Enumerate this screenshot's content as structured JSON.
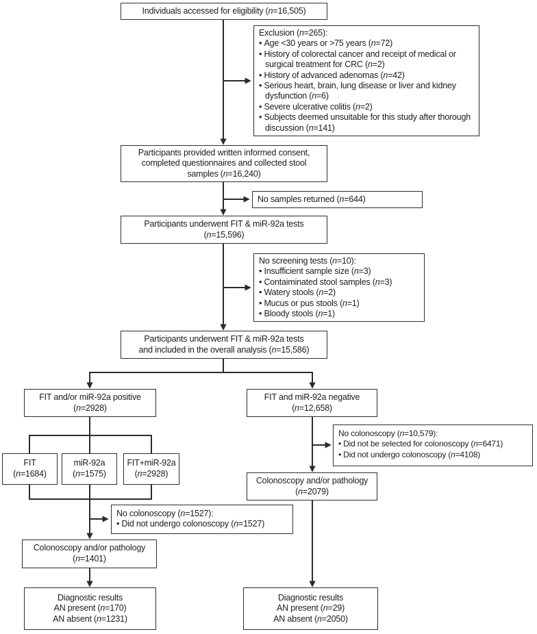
{
  "colors": {
    "box_border": "#2d2d2d",
    "connector_line": "#2b2b2b",
    "text": "#1c1c1c",
    "background": "#ffffff"
  },
  "flowchart": {
    "boxes": {
      "eligibility": {
        "lines": [
          "Individuals accessed for eligibility (n=16,505)"
        ]
      },
      "exclusion": {
        "title": "Exclusion (n=265):",
        "bullets": [
          "Age <30 years or >75 years (n=72)",
          "History of colorectal cancer and receipt of medical or surgical treatment for CRC (n=2)",
          "History of advanced adenomas (n=42)",
          "Serious heart, brain, lung disease or liver and kidney dysfunction (n=6)",
          "Severe ulcerative colitis (n=2)",
          "Subjects deemed unsuitable for this study after thorough discussion (n=141)"
        ]
      },
      "consent": {
        "lines": [
          "Participants provided written informed consent,",
          "completed questionnaires and collected stool",
          "samples (n=16,240)"
        ]
      },
      "no_samples": {
        "lines": [
          "No samples returned (n=644)"
        ]
      },
      "fit_tests": {
        "lines": [
          "Participants underwent FIT & miR-92a tests",
          "(n=15,596)"
        ]
      },
      "no_screening": {
        "title": "No screening tests (n=10):",
        "bullets": [
          "Insufficient sample size (n=3)",
          "Contaiminated stool samples (n=3)",
          "Watery stools (n=2)",
          "Mucus or pus stools (n=1)",
          "Bloody stools (n=1)"
        ]
      },
      "overall": {
        "lines": [
          "Participants underwent FIT & miR-92a tests",
          "and included in the overall analysis (n=15,586)"
        ]
      },
      "positive": {
        "lines": [
          "FIT and/or miR-92a positive",
          "(n=2928)"
        ]
      },
      "negative": {
        "lines": [
          "FIT and miR-92a negative",
          "(n=12,658)"
        ]
      },
      "fit": {
        "lines": [
          "FIT",
          "(n=1684)"
        ]
      },
      "mir92a": {
        "lines": [
          "miR-92a",
          "(n=1575)"
        ]
      },
      "fit_mir92a": {
        "lines": [
          "FIT+miR-92a",
          "(n=2928)"
        ]
      },
      "no_colonoscopy_negative": {
        "title": "No colonoscopy (n=10,579):",
        "bullets": [
          "Did not be selected for colonoscopy (n=6471)",
          "Did not undergo colonoscopy (n=4108)"
        ]
      },
      "colonoscopy_negative": {
        "lines": [
          "Colonoscopy and/or pathology",
          "(n=2079)"
        ]
      },
      "no_colonoscopy_positive": {
        "title": "No colonoscopy (n=1527):",
        "bullets": [
          "Did not undergo colonoscopy (n=1527)"
        ]
      },
      "colonoscopy_positive": {
        "lines": [
          "Colonoscopy and/or pathology",
          "(n=1401)"
        ]
      },
      "diagnostic_positive": {
        "lines": [
          "Diagnostic results",
          "AN present (n=170)",
          "AN absent (n=1231)"
        ]
      },
      "diagnostic_negative": {
        "lines": [
          "Diagnostic results",
          "AN present (n=29)",
          "AN absent (n=2050)"
        ]
      }
    }
  }
}
